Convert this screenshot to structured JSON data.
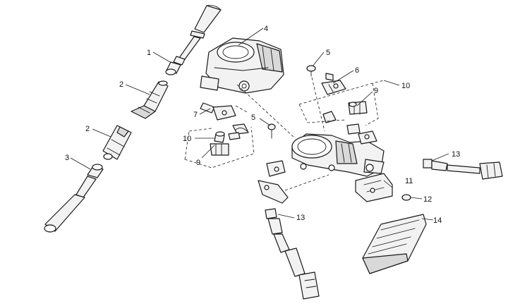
{
  "callouts": {
    "c1": "1",
    "c2a": "2",
    "c2b": "2",
    "c3": "3",
    "c4": "4",
    "c5a": "5",
    "c5b": "5",
    "c6": "6",
    "c7": "7",
    "c9a": "9",
    "c9b": "9",
    "c10a": "10",
    "c10b": "10",
    "c11": "11",
    "c12": "12",
    "c13a": "13",
    "c13b": "13",
    "c14": "14"
  }
}
